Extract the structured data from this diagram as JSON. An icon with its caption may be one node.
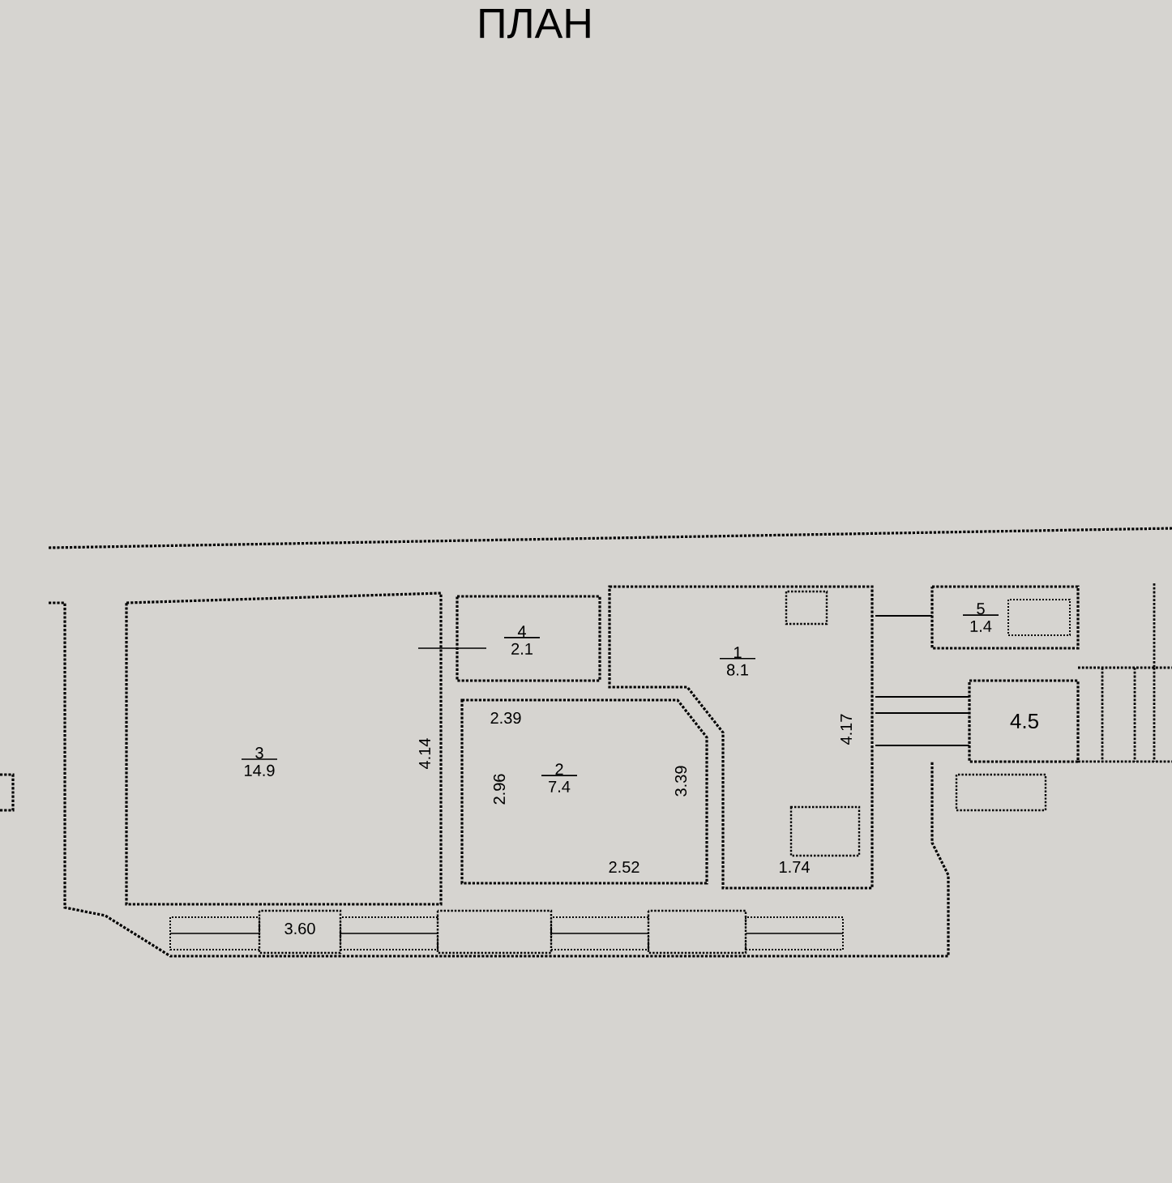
{
  "diagram": {
    "title": "ПЛАН",
    "nodes": [
      {
        "text": [
          "3",
          "14.9"
        ]
      },
      {
        "text": [
          "4",
          "2.1"
        ]
      },
      {
        "text": [
          "2",
          "7.4"
        ]
      },
      {
        "text": [
          "1",
          "8.1"
        ]
      },
      {
        "text": [
          "5",
          "1.4"
        ]
      },
      {
        "text": [
          "4.5"
        ]
      }
    ],
    "labels": [
      "3.60",
      "4.14",
      "2.39",
      "2.96",
      "2.52",
      "3.39",
      "1.74",
      "4.17"
    ]
  }
}
